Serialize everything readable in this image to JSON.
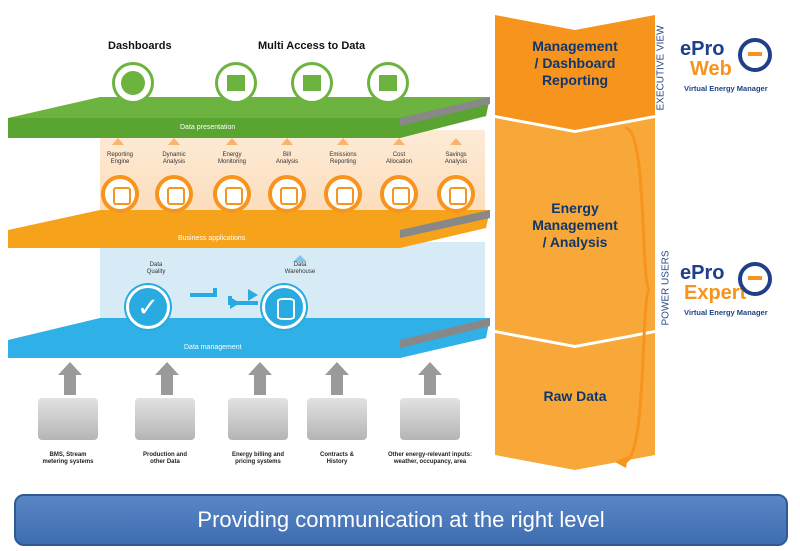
{
  "top_headers": {
    "dashboards": "Dashboards",
    "multi_access": "Multi Access to Data"
  },
  "planes": {
    "presentation": "Data presentation",
    "business": "Business applications",
    "management": "Data management"
  },
  "modules": [
    {
      "line1": "Reporting",
      "line2": "Engine",
      "icon": "document-icon"
    },
    {
      "line1": "Dynamic",
      "line2": "Analysis",
      "icon": "area-chart-icon"
    },
    {
      "line1": "Energy",
      "line2": "Monitoring",
      "icon": "bar-chart-icon"
    },
    {
      "line1": "Bill",
      "line2": "Analysis",
      "icon": "dollar-icon"
    },
    {
      "line1": "Emissions",
      "line2": "Reporting",
      "icon": "tree-icon"
    },
    {
      "line1": "Cost",
      "line2": "Allocation",
      "icon": "pie-icon"
    },
    {
      "line1": "Savings",
      "line2": "Analysis",
      "icon": "line-chart-icon"
    }
  ],
  "data_nodes": {
    "quality": {
      "line1": "Data",
      "line2": "Quality"
    },
    "warehouse": {
      "line1": "Data",
      "line2": "Warehouse"
    }
  },
  "sources": [
    {
      "line1": "BMS, Stream",
      "line2": "metering systems"
    },
    {
      "line1": "Production and",
      "line2": "other Data"
    },
    {
      "line1": "Energy billing and",
      "line2": "pricing systems"
    },
    {
      "line1": "Contracts &",
      "line2": "History"
    },
    {
      "line1": "Other energy-relevant inputs:",
      "line2": "weather, occupancy, area"
    }
  ],
  "levels": {
    "top": {
      "line1": "Management",
      "line2": "/ Dashboard",
      "line3": "Reporting"
    },
    "mid": {
      "line1": "Energy",
      "line2": "Management",
      "line3": "/ Analysis"
    },
    "bottom": {
      "line1": "Raw Data"
    }
  },
  "side_labels": {
    "executive": "EXECUTIVE VIEW",
    "power": "POWER USERS"
  },
  "logos": {
    "web": {
      "e": "ePro",
      "product": "Web",
      "tagline": "Virtual Energy Manager"
    },
    "expert": {
      "e": "ePro",
      "product": "Expert",
      "tagline": "Virtual Energy Manager"
    }
  },
  "banner": "Providing communication at the right level",
  "colors": {
    "green": "#6db33f",
    "orange": "#f7941d",
    "blue": "#29abe2",
    "navy": "#1f3f8a"
  }
}
